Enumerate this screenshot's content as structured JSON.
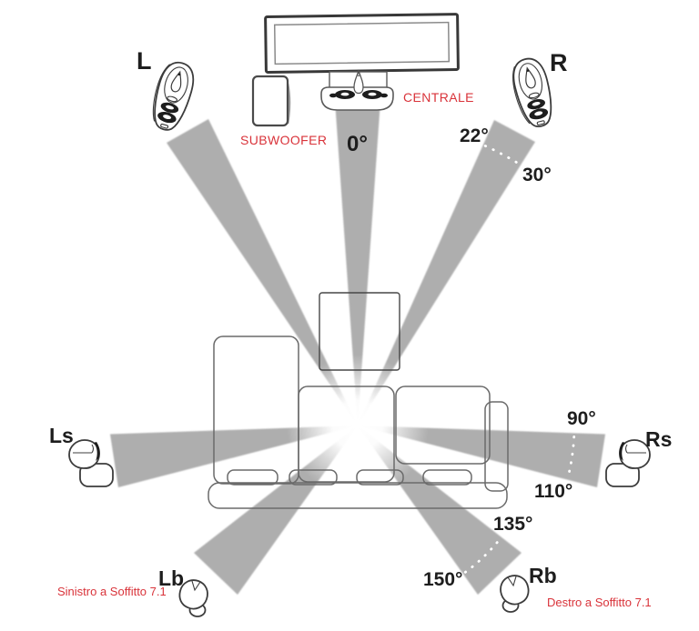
{
  "colors": {
    "beam": "#aeaeae",
    "red": "#d9333a",
    "ink": "#1d1d1d",
    "line": "#3c3c3c",
    "couch": "#6a6a6a"
  },
  "speakers": {
    "front_left": {
      "label": "L"
    },
    "front_right": {
      "label": "R"
    },
    "center": {
      "label": "CENTRALE"
    },
    "subwoofer": {
      "label": "SUBWOOFER"
    },
    "surround_left": {
      "label": "Ls"
    },
    "surround_right": {
      "label": "Rs"
    },
    "back_left": {
      "label": "Lb",
      "caption": "Sinistro a Soffitto 7.1"
    },
    "back_right": {
      "label": "Rb",
      "caption": "Destro a Soffitto 7.1"
    }
  },
  "angles": {
    "center": "0°",
    "front_min": "22°",
    "front_max": "30°",
    "side_min": "90°",
    "side_max": "110°",
    "back_min": "135°",
    "back_max": "150°"
  }
}
